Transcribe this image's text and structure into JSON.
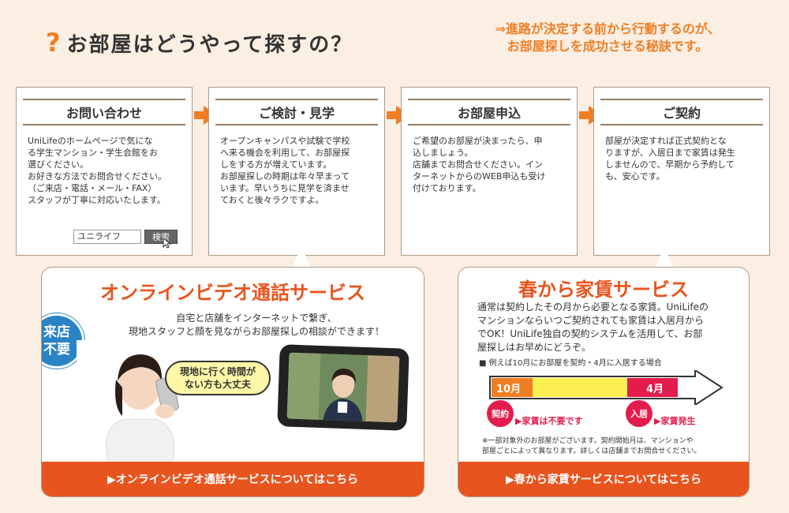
{
  "header": {
    "icon": "question-mark-icon",
    "icon_glyph": "?",
    "title": "お部屋はどうやって探すの？",
    "subtitle_line1": "⇒進路が決定する前から行動するのが、",
    "subtitle_line2": "お部屋探しを成功させる秘訣です。"
  },
  "steps": [
    {
      "title": "お問い合わせ",
      "lines": [
        "UniLifeのホームページで気にな",
        "る学生マンション・学生会館をお",
        "選びください。",
        "お好きな方法でお問合せください。",
        "（ご来店・電話・メール・FAX）",
        "スタッフが丁寧に対応いたします。"
      ]
    },
    {
      "title": "ご検討・見学",
      "lines": [
        "オープンキャンパスや試験で学校",
        "へ来る機会を利用して、お部屋探",
        "しをする方が増えています。",
        "お部屋探しの時期は年々早まって",
        "います。早いうちに見学を済ませ",
        "ておくと後々ラクですよ。"
      ]
    },
    {
      "title": "お部屋申込",
      "lines": [
        "ご希望のお部屋が決まったら、申",
        "込しましょう。",
        "店舗までお問合せください。イン",
        "ターネットからのWEB申込も受け",
        "付けております。"
      ]
    },
    {
      "title": "ご契約",
      "lines": [
        "部屋が決定すれば正式契約とな",
        "りますが、入居日まで家賃は発生",
        "しませんので、早期から予約して",
        "も、安心です。"
      ]
    }
  ],
  "search": {
    "input_value": "ユニライフ",
    "button_label": "検索"
  },
  "video_card": {
    "title": "オンラインビデオ通話サービス",
    "badge_line1": "来店",
    "badge_line2": "不要",
    "desc_line1": "自宅と店舗をインターネットで繋ぎ、",
    "desc_line2": "現地スタッフと顔を見ながらお部屋探しの相談ができます！",
    "bubble_line1": "現地に行く時間が",
    "bubble_line2": "ない方も大丈夫",
    "link": "▶オンラインビデオ通話サービスについてはこちら"
  },
  "spring_card": {
    "title": "春から家賃サービス",
    "desc_lines": [
      "通常は契約したその月から必要となる家賃。UniLifeの",
      "マンションならいつご契約されても家賃は入居月から",
      "でOK！UniLife独自の契約システムを活用して、お部",
      "屋探しはお早めにどうぞ。"
    ],
    "example": "■ 例えば10月にお部屋を契約・4月に入居する場合",
    "month_start": "10月",
    "month_end": "4月",
    "contract_label": "契約",
    "contract_note": "▶家賃は不要です",
    "move_label": "入居",
    "move_note": "▶家賃発生",
    "footnote_line1": "※一部対象外のお部屋がございます。契約開始月は、マンションや",
    "footnote_line2": "部屋ごとによって異なります。詳しくは店舗までお問合せください。",
    "link": "▶春から家賃サービスについてはこちら"
  },
  "colors": {
    "accent": "#ef7d22",
    "footer": "#e8541e",
    "badge": "#2a83c4",
    "contract": "#e31c4c"
  }
}
